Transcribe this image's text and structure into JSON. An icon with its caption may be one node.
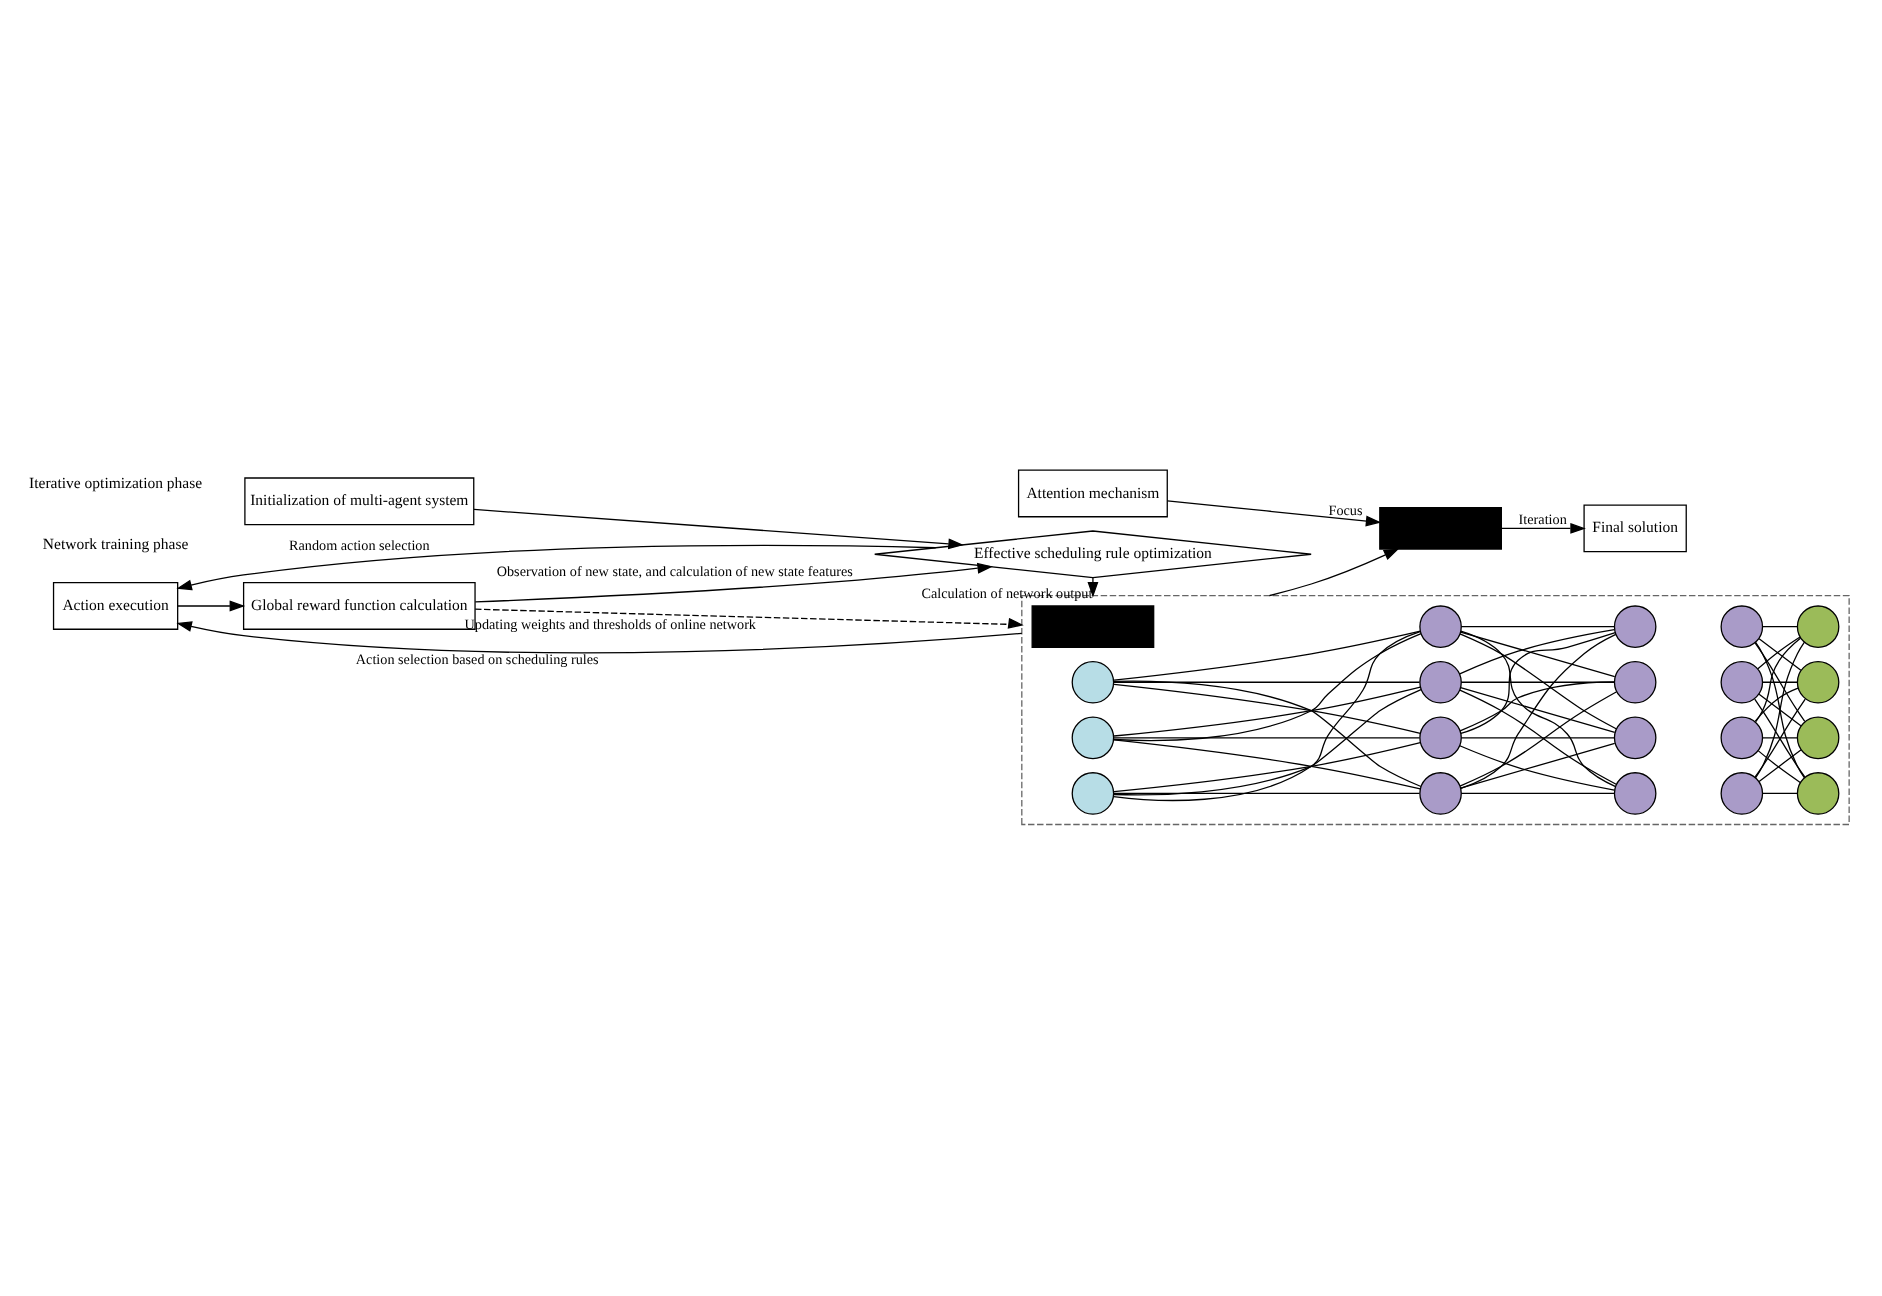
{
  "diagram": {
    "nodes": [
      {
        "text": [
          "Action execution"
        ]
      },
      {
        "text": [
          "Global reward function calculation"
        ]
      },
      {
        "text": [
          "Initialization of multi-agent system"
        ]
      },
      {
        "text": [
          "Effective scheduling rule optimization"
        ]
      },
      {
        "text": [],
        "shape": "box"
      },
      {
        "text": [],
        "shape": "box",
        "in": 4
      },
      {
        "text": [],
        "shape": "circle",
        "in": 4
      },
      {
        "text": [],
        "shape": "circle",
        "in": 4
      },
      {
        "text": [],
        "shape": "circle",
        "in": 4
      },
      {
        "text": [],
        "shape": "circle",
        "in": 4
      },
      {
        "text": [],
        "shape": "circle",
        "in": 4
      },
      {
        "text": [],
        "shape": "circle",
        "in": 4
      },
      {
        "text": [],
        "shape": "circle",
        "in": 4
      },
      {
        "text": [],
        "shape": "circle",
        "in": 4
      },
      {
        "text": [],
        "shape": "circle",
        "in": 4
      },
      {
        "text": [],
        "shape": "circle",
        "in": 4
      },
      {
        "text": [],
        "shape": "circle",
        "in": 4
      },
      {
        "text": [],
        "shape": "circle",
        "in": 4
      },
      {
        "text": [],
        "shape": "circle",
        "in": 4
      },
      {
        "text": [],
        "shape": "circle",
        "in": 4
      },
      {
        "text": [],
        "shape": "circle",
        "in": 4
      },
      {
        "text": [],
        "shape": "circle",
        "in": 4
      },
      {
        "text": [],
        "shape": "circle",
        "in": 4
      },
      {
        "text": [],
        "shape": "circle",
        "in": 4
      },
      {
        "text": [],
        "shape": "circle",
        "in": 4
      },
      {
        "text": [],
        "shape": "box"
      },
      {
        "text": [
          "Final solution"
        ]
      },
      {
        "text": [
          "Attention mechanism"
        ]
      }
    ],
    "edges": [
      {
        "from": 0,
        "to": 1,
        "arrow": "to"
      },
      {
        "from": 1,
        "to": 3,
        "arrow": "to",
        "label": "Observation of new state, and calculation of new state features"
      },
      {
        "from": 2,
        "to": 3,
        "arrow": "to"
      },
      {
        "from": 3,
        "to": 0,
        "arrow": "to",
        "label": "Random action selection"
      },
      {
        "from": 3,
        "to": 4,
        "arrow": "to",
        "label": "Calculation of network output"
      },
      {
        "from": 1,
        "to": 4,
        "arrow": "to",
        "style": "dashed",
        "label": "Updating weights and thresholds of online network"
      },
      {
        "from": 4,
        "to": 0,
        "arrow": "to",
        "label": "Action selection based on scheduling rules"
      },
      {
        "from": 4,
        "to": 25,
        "arrow": "to"
      },
      {
        "from": 27,
        "to": 25,
        "arrow": "to",
        "label": "Focus"
      },
      {
        "from": 25,
        "to": 26,
        "arrow": "to",
        "label": "Iteration"
      },
      {
        "from": 6,
        "to": 9,
        "arrow": "none"
      },
      {
        "from": 6,
        "to": 10,
        "arrow": "none"
      },
      {
        "from": 6,
        "to": 11,
        "arrow": "none"
      },
      {
        "from": 6,
        "to": 12,
        "arrow": "none"
      },
      {
        "from": 7,
        "to": 9,
        "arrow": "none"
      },
      {
        "from": 7,
        "to": 10,
        "arrow": "none"
      },
      {
        "from": 7,
        "to": 11,
        "arrow": "none"
      },
      {
        "from": 7,
        "to": 12,
        "arrow": "none"
      },
      {
        "from": 8,
        "to": 9,
        "arrow": "none"
      },
      {
        "from": 8,
        "to": 10,
        "arrow": "none"
      },
      {
        "from": 8,
        "to": 11,
        "arrow": "none"
      },
      {
        "from": 8,
        "to": 12,
        "arrow": "none"
      },
      {
        "from": 9,
        "to": 13,
        "arrow": "none"
      },
      {
        "from": 9,
        "to": 14,
        "arrow": "none"
      },
      {
        "from": 9,
        "to": 15,
        "arrow": "none"
      },
      {
        "from": 9,
        "to": 16,
        "arrow": "none"
      },
      {
        "from": 10,
        "to": 13,
        "arrow": "none"
      },
      {
        "from": 10,
        "to": 14,
        "arrow": "none"
      },
      {
        "from": 10,
        "to": 15,
        "arrow": "none"
      },
      {
        "from": 10,
        "to": 16,
        "arrow": "none"
      },
      {
        "from": 11,
        "to": 13,
        "arrow": "none"
      },
      {
        "from": 11,
        "to": 14,
        "arrow": "none"
      },
      {
        "from": 11,
        "to": 15,
        "arrow": "none"
      },
      {
        "from": 11,
        "to": 16,
        "arrow": "none"
      },
      {
        "from": 12,
        "to": 13,
        "arrow": "none"
      },
      {
        "from": 12,
        "to": 14,
        "arrow": "none"
      },
      {
        "from": 12,
        "to": 15,
        "arrow": "none"
      },
      {
        "from": 12,
        "to": 16,
        "arrow": "none"
      },
      {
        "from": 17,
        "to": 21,
        "arrow": "none"
      },
      {
        "from": 17,
        "to": 22,
        "arrow": "none"
      },
      {
        "from": 17,
        "to": 23,
        "arrow": "none"
      },
      {
        "from": 17,
        "to": 24,
        "arrow": "none"
      },
      {
        "from": 18,
        "to": 21,
        "arrow": "none"
      },
      {
        "from": 18,
        "to": 22,
        "arrow": "none"
      },
      {
        "from": 18,
        "to": 23,
        "arrow": "none"
      },
      {
        "from": 18,
        "to": 24,
        "arrow": "none"
      },
      {
        "from": 19,
        "to": 21,
        "arrow": "none"
      },
      {
        "from": 19,
        "to": 22,
        "arrow": "none"
      },
      {
        "from": 19,
        "to": 23,
        "arrow": "none"
      },
      {
        "from": 19,
        "to": 24,
        "arrow": "none"
      },
      {
        "from": 20,
        "to": 21,
        "arrow": "none"
      },
      {
        "from": 20,
        "to": 22,
        "arrow": "none"
      },
      {
        "from": 20,
        "to": 23,
        "arrow": "none"
      },
      {
        "from": 20,
        "to": 24,
        "arrow": "none"
      }
    ],
    "labels": [
      "Network training phase",
      "Iterative optimization phase"
    ]
  }
}
